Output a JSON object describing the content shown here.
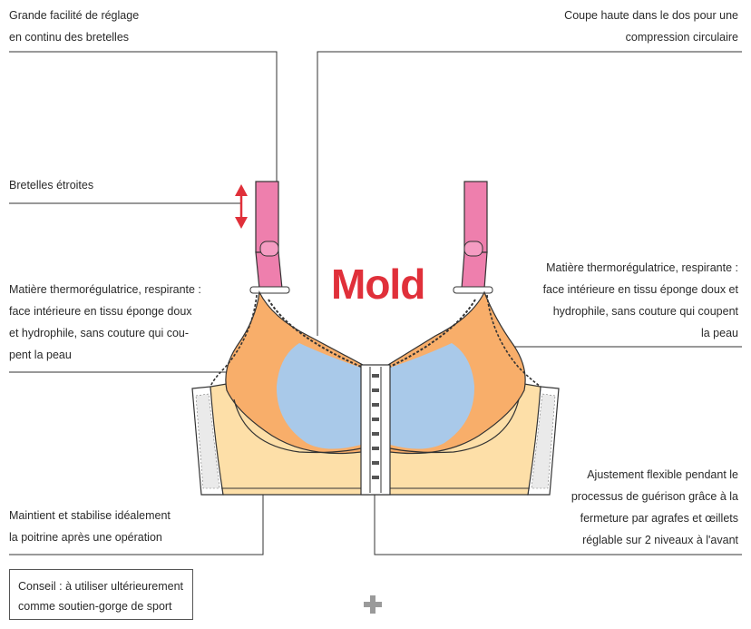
{
  "title": "Mold",
  "labels": {
    "adjust": [
      "Grande facilité de réglage",
      "en continu des bretelles"
    ],
    "back": [
      "Coupe haute dans le dos pour une",
      "compression circulaire"
    ],
    "straps": [
      "Bretelles étroites"
    ],
    "material_left": [
      "Matière thermorégulatrice, respirante :",
      "face intérieure en tissu éponge doux",
      "et hydrophile, sans couture qui cou-",
      "pent la peau"
    ],
    "material_right": [
      "Matière thermorégulatrice, respirante :",
      "face intérieure en tissu éponge doux et",
      "hydrophile, sans couture qui coupent",
      "la peau"
    ],
    "support": [
      "Maintient et stabilise idéalement",
      "la poitrine après une opération"
    ],
    "closure": [
      "Ajustement flexible pendant le",
      "processus de guérison grâce à la",
      "fermeture par agrafes et œillets",
      "réglable sur 2 niveaux à l'avant"
    ]
  },
  "tip": [
    "Conseil : à utiliser ultérieurement",
    "comme soutien-gorge de sport"
  ],
  "colors": {
    "strap": "#ee7fad",
    "cup_outer": "#f8ae6a",
    "cup_inner": "#a9c9e9",
    "body": "#fddfa8",
    "arrow": "#e0303a",
    "title": "#e0303a",
    "plus": "#9a9a9a"
  }
}
